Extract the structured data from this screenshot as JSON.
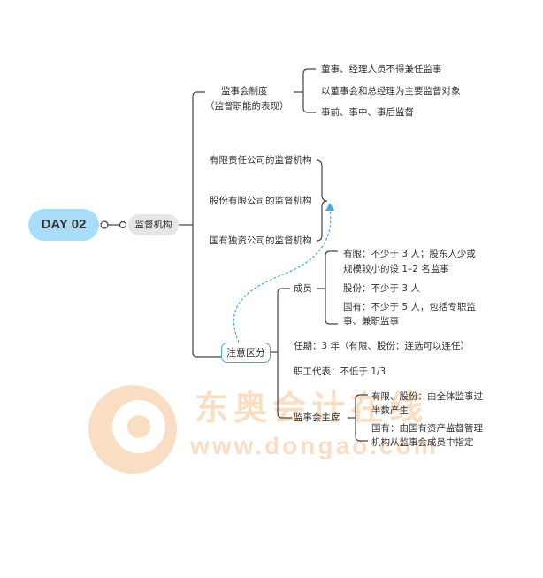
{
  "root": {
    "label": "DAY 02",
    "color": "#a8dcf7"
  },
  "topic": {
    "label": "监督机构"
  },
  "branches": {
    "system": {
      "line1": "监事会制度",
      "line2": "（监督职能的表现）",
      "items": [
        "董事、经理人员不得兼任监事",
        "以董事会和总经理为主要监督对象",
        "事前、事中、事后监督"
      ]
    },
    "bodies": [
      "有限责任公司的监督机构",
      "股份有限公司的监督机构",
      "国有独资公司的监督机构"
    ],
    "note": {
      "label": "注意区分",
      "border_color": "#3aaee8",
      "members": {
        "label": "成员",
        "items": [
          {
            "line1": "有限：不少于 3 人；股东人少或",
            "line2": "规模较小的设 1–2 名监事"
          },
          {
            "line1": "股份：不少于 3 人",
            "line2": ""
          },
          {
            "line1": "国有：不少于 5 人，包括专职监",
            "line2": "事、兼职监事"
          }
        ]
      },
      "term": "任期：3 年（有限、股份：连选可以连任）",
      "staff": "职工代表：不低于 1/3",
      "chair": {
        "label": "监事会主席",
        "items": [
          {
            "line1": "有限、股份：由全体监事过",
            "line2": "半数产生"
          },
          {
            "line1": "国有：由国有资产监督管理",
            "line2": "机构从监事会成员中指定"
          }
        ]
      }
    }
  },
  "watermark": {
    "text_cn": "东奥会计在线",
    "text_url": "www.dongao.com",
    "color": "#f2a35a"
  }
}
